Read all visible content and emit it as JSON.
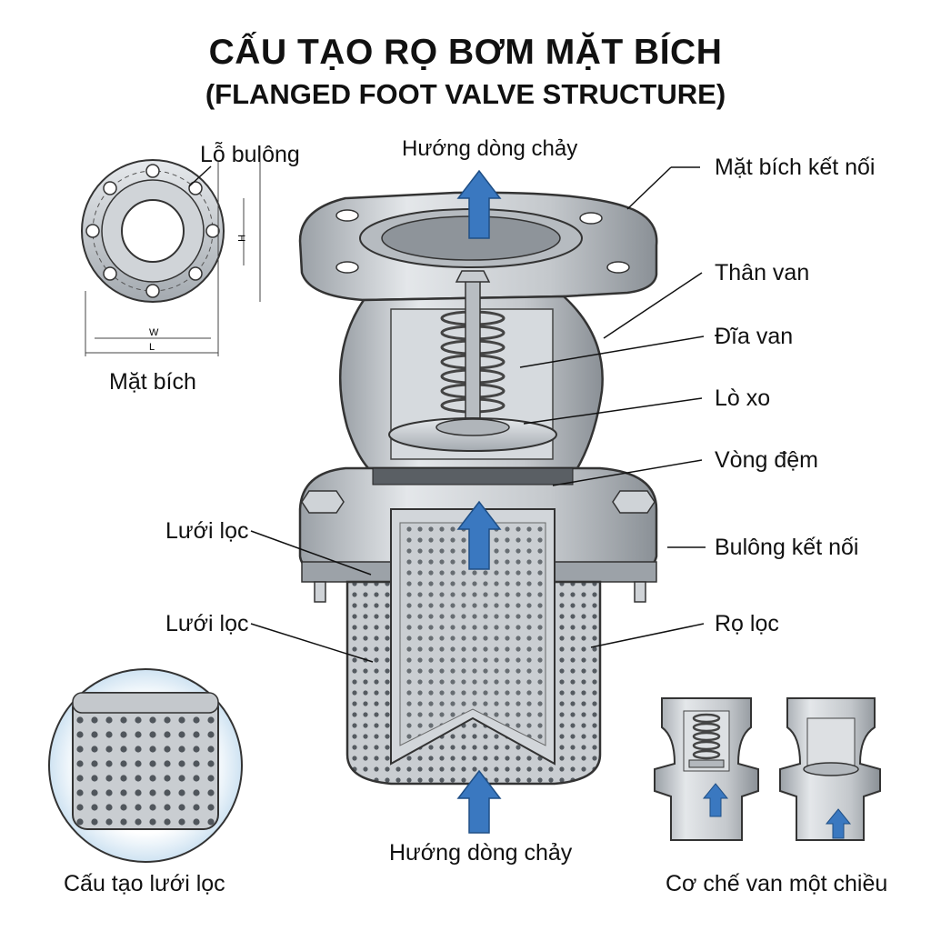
{
  "title": {
    "main": "CẤU TẠO RỌ BƠM MẶT BÍCH",
    "sub": "(FLANGED FOOT VALVE STRUCTURE)"
  },
  "labels": {
    "flow_top": "Hướng dòng chảy",
    "flow_bottom": "Hướng dòng chảy",
    "bolt_hole": "Lỗ bulông",
    "flange": "Mặt bích",
    "connect_flange": "Mặt bích kết nối",
    "valve_body": "Thân van",
    "valve_disc": "Đĩa van",
    "spring": "Lò xo",
    "gasket": "Vòng đệm",
    "connect_bolt": "Bulông kết nối",
    "screen_1": "Lưới lọc",
    "screen_2": "Lưới lọc",
    "strainer": "Rọ lọc",
    "screen_detail": "Cấu tạo lưới lọc",
    "check_mechanism": "Cơ chế van một chiều"
  },
  "dimensions": {
    "w": "W",
    "l": "L",
    "h": "H"
  },
  "colors": {
    "arrow": "#3a78c0",
    "metal": "#c8ccd1",
    "outline": "#333333"
  }
}
